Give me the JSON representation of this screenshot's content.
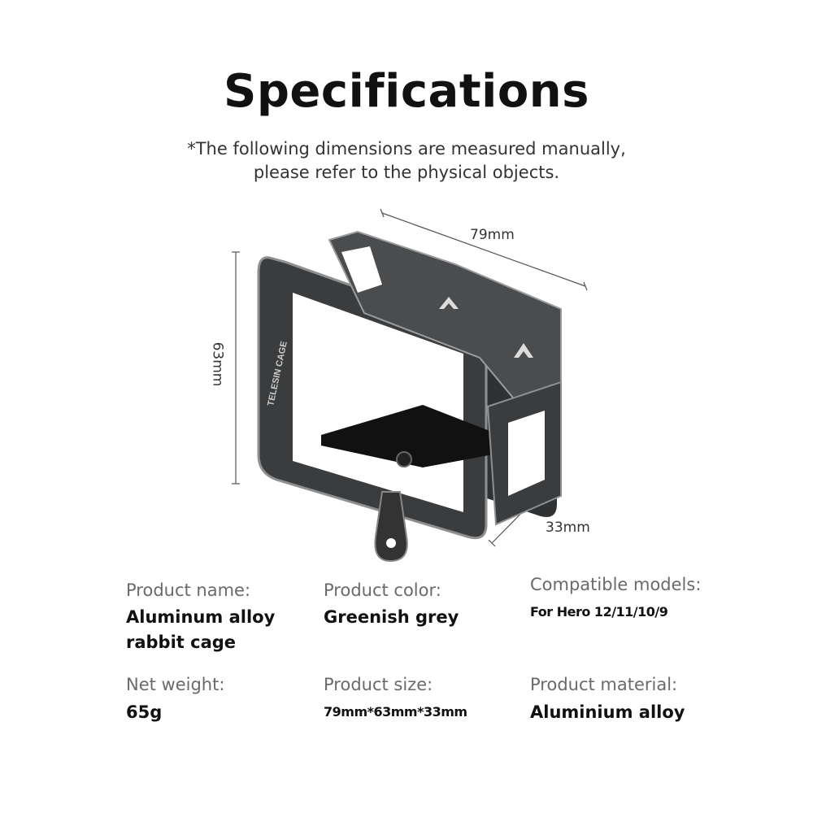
{
  "header": {
    "title": "Specifications",
    "note_line1": "*The following dimensions are measured manually,",
    "note_line2": "please refer to the physical objects."
  },
  "dimensions": {
    "length": "79mm",
    "height": "63mm",
    "depth": "33mm"
  },
  "product_logo_text": "TELESIN CAGE",
  "specs": [
    {
      "label": "Product name:",
      "value_line1": "Aluminum alloy",
      "value_line2": "rabbit cage"
    },
    {
      "label": "Product color:",
      "value": "Greenish grey"
    },
    {
      "label": "Compatible models:",
      "value": "For Hero 12/11/10/9"
    },
    {
      "label": "Net weight:",
      "value": "65g"
    },
    {
      "label": "Product size:",
      "value": "79mm*63mm*33mm"
    },
    {
      "label": "Product material:",
      "value": "Aluminium alloy"
    }
  ],
  "colors": {
    "cage": "#3a3c3d",
    "cage_edge": "#9a9c9e",
    "text": "#111111",
    "label": "#6a6a6a"
  }
}
